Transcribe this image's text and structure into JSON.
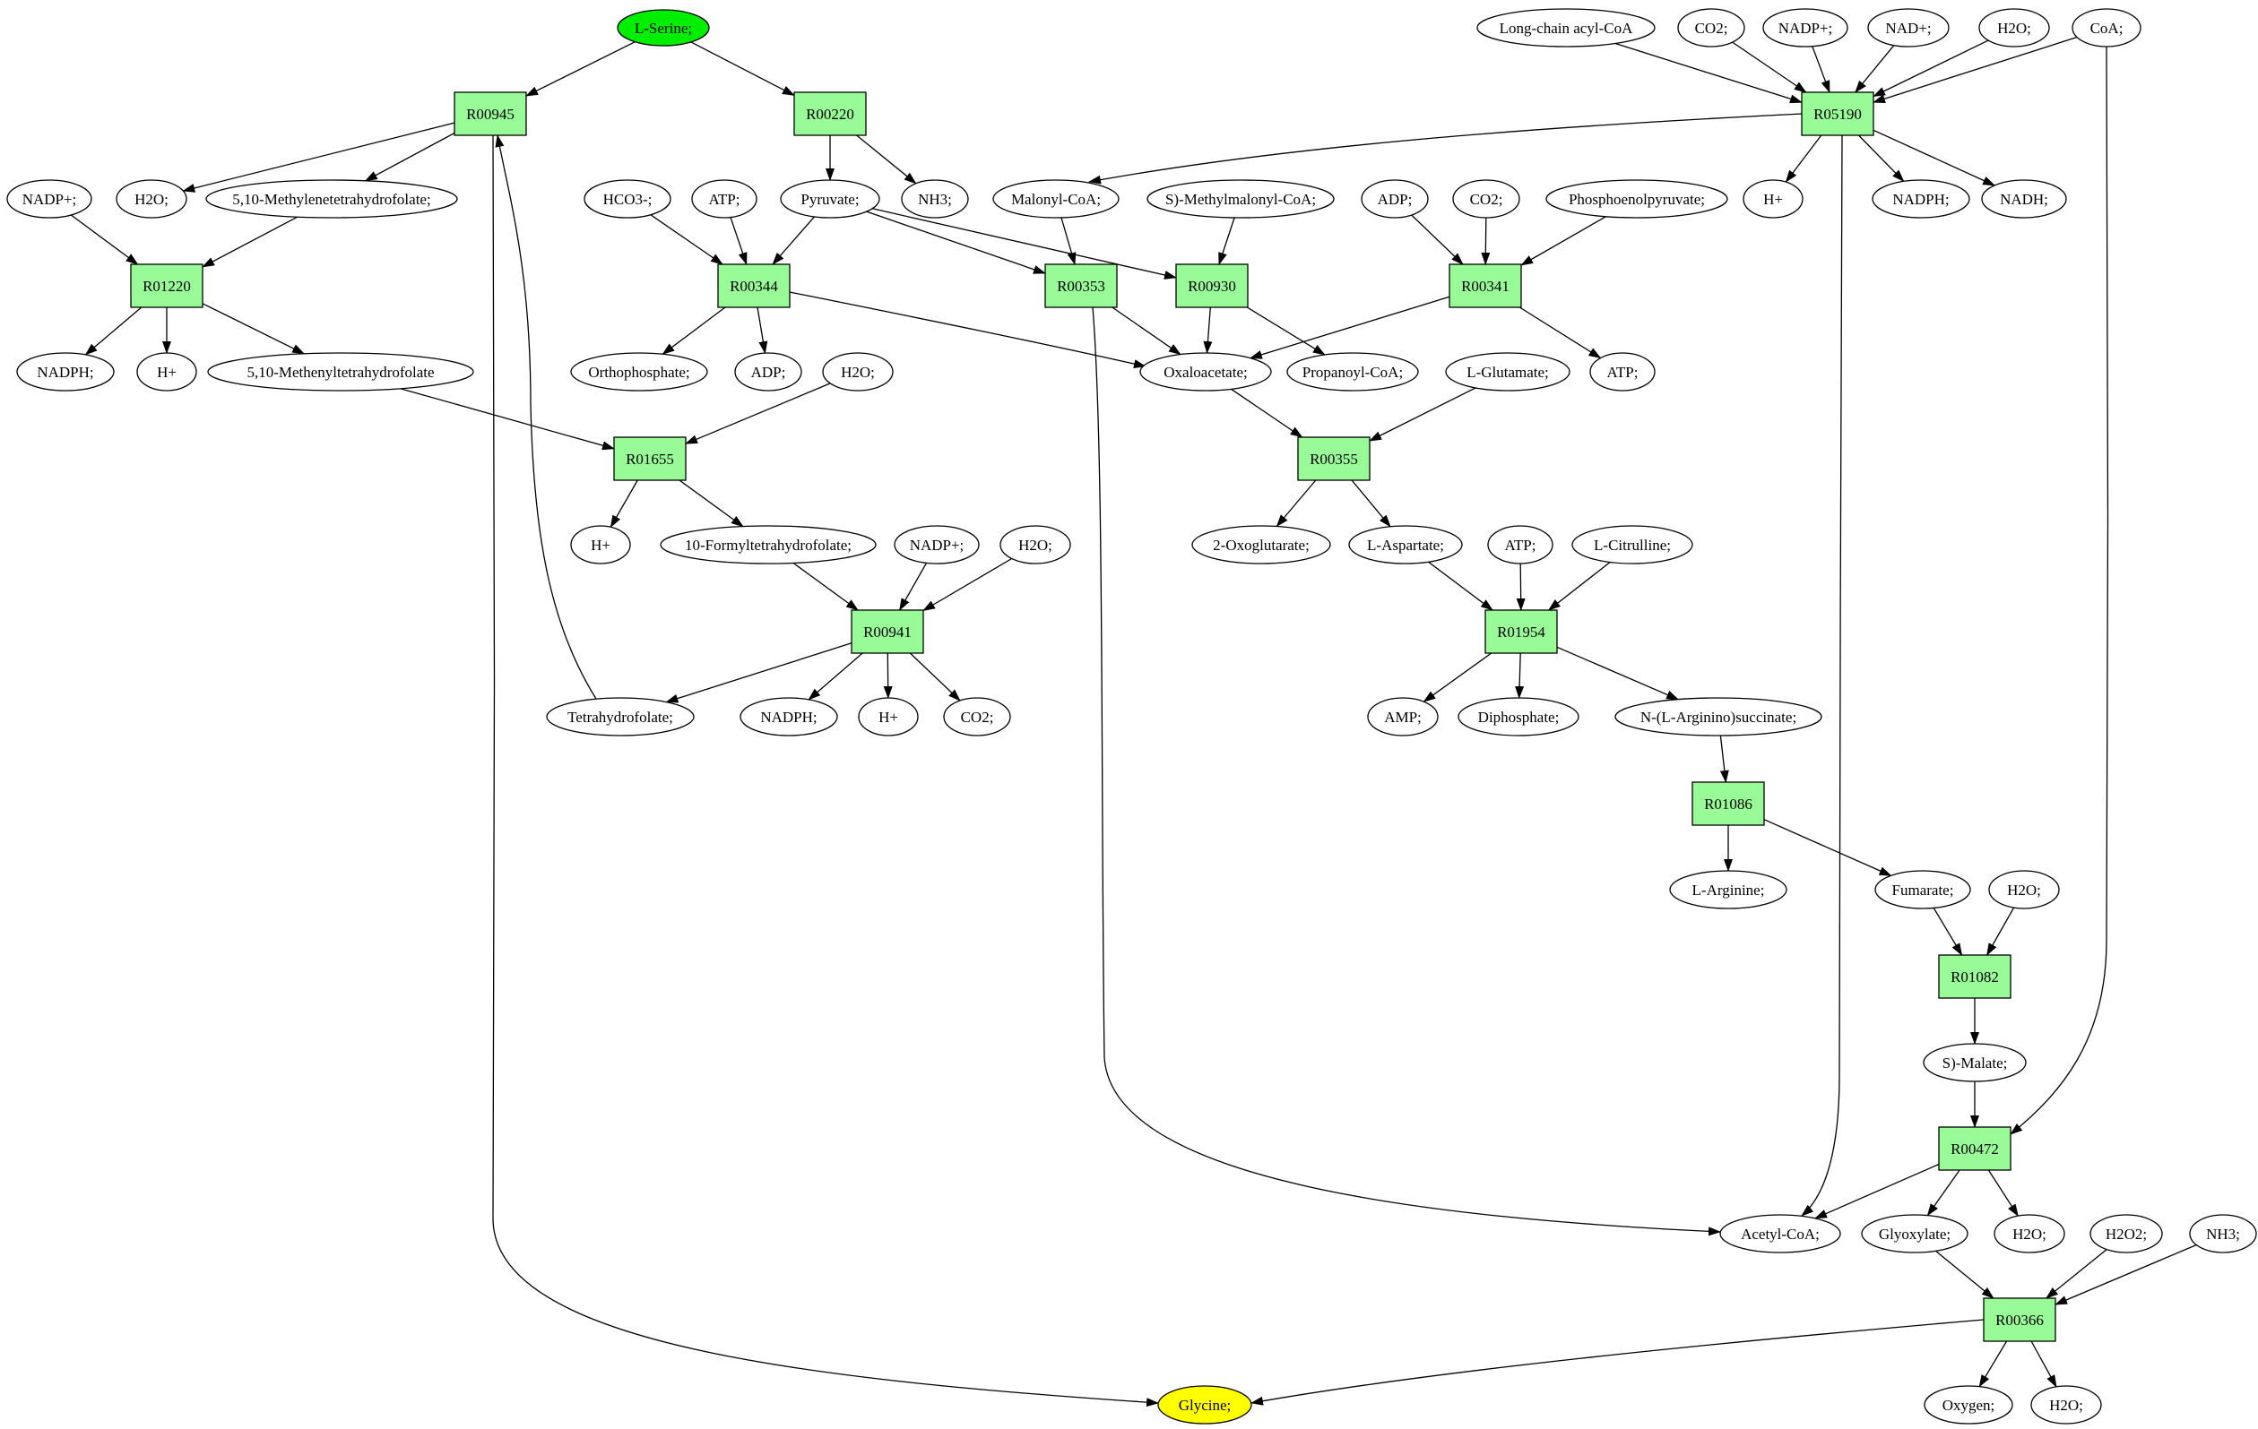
{
  "nodes": {
    "lserine": {
      "label": "L-Serine;",
      "kind": "source"
    },
    "R00945": {
      "label": "R00945",
      "kind": "reaction"
    },
    "R00220": {
      "label": "R00220",
      "kind": "reaction"
    },
    "h2o_a": {
      "label": "H2O;",
      "kind": "metabolite"
    },
    "mthf": {
      "label": "5,10-Methylenetetrahydrofolate;",
      "kind": "metabolite"
    },
    "nadp_a": {
      "label": "NADP+;",
      "kind": "metabolite"
    },
    "R01220": {
      "label": "R01220",
      "kind": "reaction"
    },
    "nadph_a": {
      "label": "NADPH;",
      "kind": "metabolite"
    },
    "h_a": {
      "label": "H+",
      "kind": "metabolite"
    },
    "methenyl": {
      "label": "5,10-Methenyltetrahydrofolate",
      "kind": "metabolite"
    },
    "pyruvate": {
      "label": "Pyruvate;",
      "kind": "metabolite"
    },
    "nh3_a": {
      "label": "NH3;",
      "kind": "metabolite"
    },
    "hco3": {
      "label": "HCO3-;",
      "kind": "metabolite"
    },
    "atp_a": {
      "label": "ATP;",
      "kind": "metabolite"
    },
    "R00344": {
      "label": "R00344",
      "kind": "reaction"
    },
    "orthophosphate": {
      "label": "Orthophosphate;",
      "kind": "metabolite"
    },
    "adp_a": {
      "label": "ADP;",
      "kind": "metabolite"
    },
    "h2o_b": {
      "label": "H2O;",
      "kind": "metabolite"
    },
    "R01655": {
      "label": "R01655",
      "kind": "reaction"
    },
    "h_b": {
      "label": "H+",
      "kind": "metabolite"
    },
    "formylthf": {
      "label": "10-Formyltetrahydrofolate;",
      "kind": "metabolite"
    },
    "nadp_b": {
      "label": "NADP+;",
      "kind": "metabolite"
    },
    "h2o_c": {
      "label": "H2O;",
      "kind": "metabolite"
    },
    "R00941": {
      "label": "R00941",
      "kind": "reaction"
    },
    "thf": {
      "label": "Tetrahydrofolate;",
      "kind": "metabolite"
    },
    "nadph_b": {
      "label": "NADPH;",
      "kind": "metabolite"
    },
    "h_c": {
      "label": "H+",
      "kind": "metabolite"
    },
    "co2_a": {
      "label": "CO2;",
      "kind": "metabolite"
    },
    "malonyl": {
      "label": "Malonyl-CoA;",
      "kind": "metabolite"
    },
    "methylmalonyl": {
      "label": "S)-Methylmalonyl-CoA;",
      "kind": "metabolite"
    },
    "R00353": {
      "label": "R00353",
      "kind": "reaction"
    },
    "R00930": {
      "label": "R00930",
      "kind": "reaction"
    },
    "oxaloacetate": {
      "label": "Oxaloacetate;",
      "kind": "metabolite"
    },
    "propanoyl": {
      "label": "Propanoyl-CoA;",
      "kind": "metabolite"
    },
    "adp_b": {
      "label": "ADP;",
      "kind": "metabolite"
    },
    "co2_b": {
      "label": "CO2;",
      "kind": "metabolite"
    },
    "pep": {
      "label": "Phosphoenolpyruvate;",
      "kind": "metabolite"
    },
    "R00341": {
      "label": "R00341",
      "kind": "reaction"
    },
    "atp_b": {
      "label": "ATP;",
      "kind": "metabolite"
    },
    "lglutamate": {
      "label": "L-Glutamate;",
      "kind": "metabolite"
    },
    "R00355": {
      "label": "R00355",
      "kind": "reaction"
    },
    "oxoglutarate": {
      "label": "2-Oxoglutarate;",
      "kind": "metabolite"
    },
    "laspartate": {
      "label": "L-Aspartate;",
      "kind": "metabolite"
    },
    "atp_c": {
      "label": "ATP;",
      "kind": "metabolite"
    },
    "lcitrulline": {
      "label": "L-Citrulline;",
      "kind": "metabolite"
    },
    "R01954": {
      "label": "R01954",
      "kind": "reaction"
    },
    "amp": {
      "label": "AMP;",
      "kind": "metabolite"
    },
    "diphosphate": {
      "label": "Diphosphate;",
      "kind": "metabolite"
    },
    "argsucc": {
      "label": "N-(L-Arginino)succinate;",
      "kind": "metabolite"
    },
    "R01086": {
      "label": "R01086",
      "kind": "reaction"
    },
    "larginine": {
      "label": "L-Arginine;",
      "kind": "metabolite"
    },
    "fumarate": {
      "label": "Fumarate;",
      "kind": "metabolite"
    },
    "h2o_d": {
      "label": "H2O;",
      "kind": "metabolite"
    },
    "R01082": {
      "label": "R01082",
      "kind": "reaction"
    },
    "malate": {
      "label": "S)-Malate;",
      "kind": "metabolite"
    },
    "R00472": {
      "label": "R00472",
      "kind": "reaction"
    },
    "acetylcoa": {
      "label": "Acetyl-CoA;",
      "kind": "metabolite"
    },
    "glyoxylate": {
      "label": "Glyoxylate;",
      "kind": "metabolite"
    },
    "h2o_e": {
      "label": "H2O;",
      "kind": "metabolite"
    },
    "h2o2": {
      "label": "H2O2;",
      "kind": "metabolite"
    },
    "nh3_b": {
      "label": "NH3;",
      "kind": "metabolite"
    },
    "R00366": {
      "label": "R00366",
      "kind": "reaction"
    },
    "oxygen": {
      "label": "Oxygen;",
      "kind": "metabolite"
    },
    "h2o_f": {
      "label": "H2O;",
      "kind": "metabolite"
    },
    "glycine": {
      "label": "Glycine;",
      "kind": "target"
    },
    "lcacyl": {
      "label": "Long-chain acyl-CoA",
      "kind": "metabolite"
    },
    "co2_c": {
      "label": "CO2;",
      "kind": "metabolite"
    },
    "nadp_c": {
      "label": "NADP+;",
      "kind": "metabolite"
    },
    "nad": {
      "label": "NAD+;",
      "kind": "metabolite"
    },
    "h2o_g": {
      "label": "H2O;",
      "kind": "metabolite"
    },
    "coa": {
      "label": "CoA;",
      "kind": "metabolite"
    },
    "R05190": {
      "label": "R05190",
      "kind": "reaction"
    },
    "h_d": {
      "label": "H+",
      "kind": "metabolite"
    },
    "nadph_c": {
      "label": "NADPH;",
      "kind": "metabolite"
    },
    "nadh": {
      "label": "NADH;",
      "kind": "metabolite"
    }
  },
  "edges": [
    [
      "lserine",
      "R00945"
    ],
    [
      "lserine",
      "R00220"
    ],
    [
      "R00945",
      "h2o_a"
    ],
    [
      "R00945",
      "mthf"
    ],
    [
      "R00945",
      "glycine"
    ],
    [
      "nadp_a",
      "R01220"
    ],
    [
      "mthf",
      "R01220"
    ],
    [
      "R01220",
      "nadph_a"
    ],
    [
      "R01220",
      "h_a"
    ],
    [
      "R01220",
      "methenyl"
    ],
    [
      "R00220",
      "pyruvate"
    ],
    [
      "R00220",
      "nh3_a"
    ],
    [
      "hco3",
      "R00344"
    ],
    [
      "atp_a",
      "R00344"
    ],
    [
      "pyruvate",
      "R00344"
    ],
    [
      "R00344",
      "orthophosphate"
    ],
    [
      "R00344",
      "adp_a"
    ],
    [
      "R00344",
      "oxaloacetate"
    ],
    [
      "methenyl",
      "R01655"
    ],
    [
      "h2o_b",
      "R01655"
    ],
    [
      "R01655",
      "h_b"
    ],
    [
      "R01655",
      "formylthf"
    ],
    [
      "formylthf",
      "R00941"
    ],
    [
      "nadp_b",
      "R00941"
    ],
    [
      "h2o_c",
      "R00941"
    ],
    [
      "R00941",
      "thf"
    ],
    [
      "R00941",
      "nadph_b"
    ],
    [
      "R00941",
      "h_c"
    ],
    [
      "R00941",
      "co2_a"
    ],
    [
      "thf",
      "R00945"
    ],
    [
      "pyruvate",
      "R00353"
    ],
    [
      "malonyl",
      "R00353"
    ],
    [
      "R00353",
      "oxaloacetate"
    ],
    [
      "R00353",
      "acetylcoa"
    ],
    [
      "pyruvate",
      "R00930"
    ],
    [
      "methylmalonyl",
      "R00930"
    ],
    [
      "R00930",
      "oxaloacetate"
    ],
    [
      "R00930",
      "propanoyl"
    ],
    [
      "adp_b",
      "R00341"
    ],
    [
      "co2_b",
      "R00341"
    ],
    [
      "pep",
      "R00341"
    ],
    [
      "R00341",
      "oxaloacetate"
    ],
    [
      "R00341",
      "atp_b"
    ],
    [
      "oxaloacetate",
      "R00355"
    ],
    [
      "lglutamate",
      "R00355"
    ],
    [
      "R00355",
      "oxoglutarate"
    ],
    [
      "R00355",
      "laspartate"
    ],
    [
      "laspartate",
      "R01954"
    ],
    [
      "atp_c",
      "R01954"
    ],
    [
      "lcitrulline",
      "R01954"
    ],
    [
      "R01954",
      "amp"
    ],
    [
      "R01954",
      "diphosphate"
    ],
    [
      "R01954",
      "argsucc"
    ],
    [
      "argsucc",
      "R01086"
    ],
    [
      "R01086",
      "larginine"
    ],
    [
      "R01086",
      "fumarate"
    ],
    [
      "fumarate",
      "R01082"
    ],
    [
      "h2o_d",
      "R01082"
    ],
    [
      "R01082",
      "malate"
    ],
    [
      "malate",
      "R00472"
    ],
    [
      "coa",
      "R00472"
    ],
    [
      "R00472",
      "acetylcoa"
    ],
    [
      "R00472",
      "glyoxylate"
    ],
    [
      "R00472",
      "h2o_e"
    ],
    [
      "glyoxylate",
      "R00366"
    ],
    [
      "h2o2",
      "R00366"
    ],
    [
      "nh3_b",
      "R00366"
    ],
    [
      "R00366",
      "glycine"
    ],
    [
      "R00366",
      "oxygen"
    ],
    [
      "R00366",
      "h2o_f"
    ],
    [
      "lcacyl",
      "R05190"
    ],
    [
      "co2_c",
      "R05190"
    ],
    [
      "nadp_c",
      "R05190"
    ],
    [
      "nad",
      "R05190"
    ],
    [
      "h2o_g",
      "R05190"
    ],
    [
      "coa",
      "R05190"
    ],
    [
      "R05190",
      "malonyl"
    ],
    [
      "R05190",
      "h_d"
    ],
    [
      "R05190",
      "nadph_c"
    ],
    [
      "R05190",
      "nadh"
    ],
    [
      "R05190",
      "acetylcoa"
    ]
  ]
}
